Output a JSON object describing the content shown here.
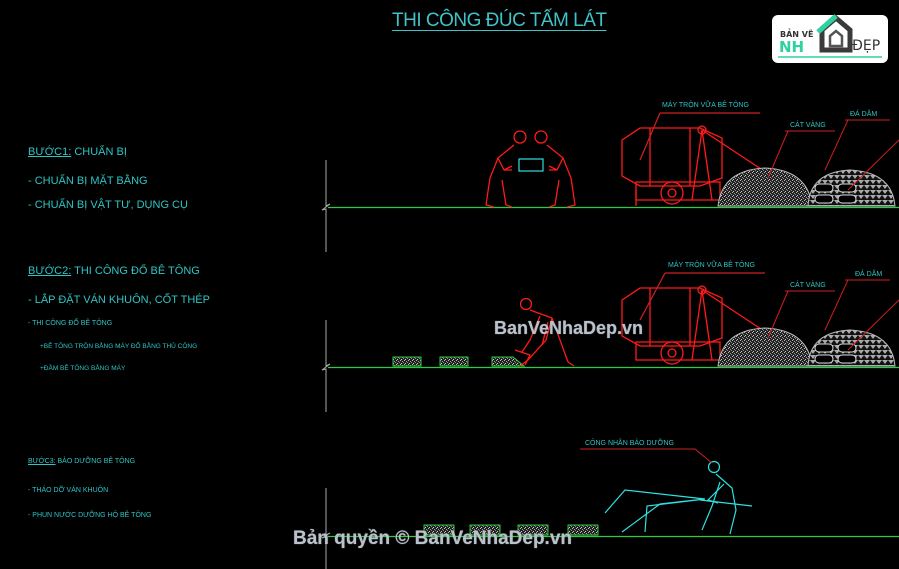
{
  "title": "THI CÔNG ĐÚC TẤM LÁT",
  "logo": {
    "line1": "BẢN VẼ",
    "line2a": "NH",
    "line2b": "ĐẸP",
    "icon": "house-icon"
  },
  "steps": [
    {
      "label": "BƯỚC1:",
      "title": "CHUẨN BỊ",
      "items": [
        "- CHUẨN BỊ MẶT BẰNG",
        "- CHUẨN BỊ VẬT TƯ, DỤNG CỤ"
      ]
    },
    {
      "label": "BƯỚC2:",
      "title": "THI CÔNG ĐỔ BÊ TÔNG",
      "items": [
        "- LẮP ĐẶT VÁN KHUÔN, CỐT THÉP",
        "- THI CÔNG ĐỔ BÊ TÔNG"
      ],
      "subitems": [
        "+BÊ TÔNG TRỘN BẰNG MÁY ĐỔ BẰNG THỦ CÔNG",
        "+ĐẦM BÊ TÔNG BẰNG MÁY"
      ]
    },
    {
      "label": "BƯỚC3:",
      "title": "BẢO DƯỠNG BÊ TÔNG",
      "items": [
        "- THÁO DỠ VÁN KHUÔN",
        "- PHUN NƯỚC DƯỠNG HỘ BÊ TÔNG"
      ]
    }
  ],
  "callouts": {
    "mixer1": "MÁY TRỘN VỮA BÊ TÔNG",
    "sand1": "CÁT VÀNG",
    "stone1": "ĐÁ DĂM",
    "mixer2": "MÁY TRỘN VỮA BÊ TÔNG",
    "sand2": "CÁT VÀNG",
    "stone2": "ĐÁ DĂM",
    "worker3": "CÔNG NHÂN BẢO DƯỠNG"
  },
  "watermarks": {
    "center": "BanVeNhaDep.vn",
    "bottom": "Bản quyền © BanVeNhaDep.vn"
  },
  "colors": {
    "background": "#000000",
    "text": "#2fc4c4",
    "ground": "#2ecc40",
    "figure_red": "#ff1a1a",
    "figure_cyan": "#2fe0e0",
    "leader": "#cc1f1f"
  }
}
